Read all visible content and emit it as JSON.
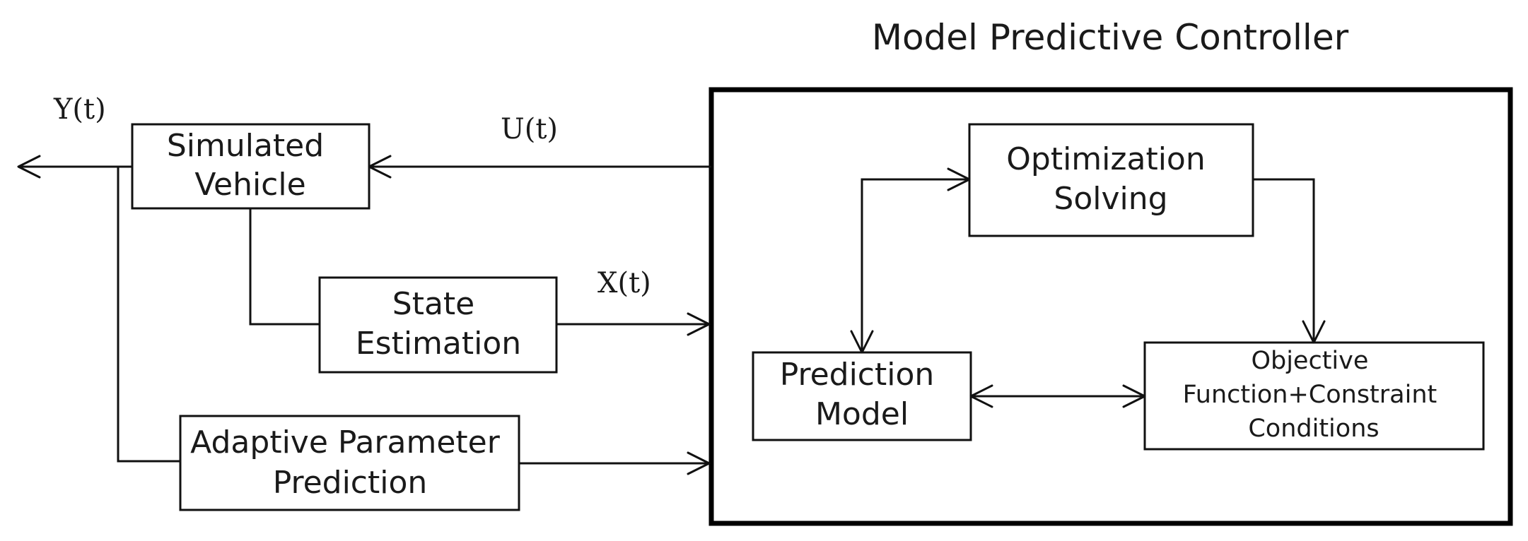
{
  "title": "Model Predictive Controller",
  "blocks": {
    "simulated_vehicle": [
      "Simulated",
      "Vehicle"
    ],
    "state_estimation": [
      "State",
      "Estimation"
    ],
    "adaptive_parameter_prediction": [
      "Adaptive Parameter",
      "Prediction"
    ],
    "optimization_solving": [
      "Optimization",
      "Solving"
    ],
    "prediction_model": [
      "Prediction",
      "Model"
    ],
    "objective_function": [
      "Objective",
      "Function+Constraint",
      "Conditions"
    ]
  },
  "signals": {
    "output": "Y(t)",
    "control": "U(t)",
    "state": "X(t)"
  }
}
